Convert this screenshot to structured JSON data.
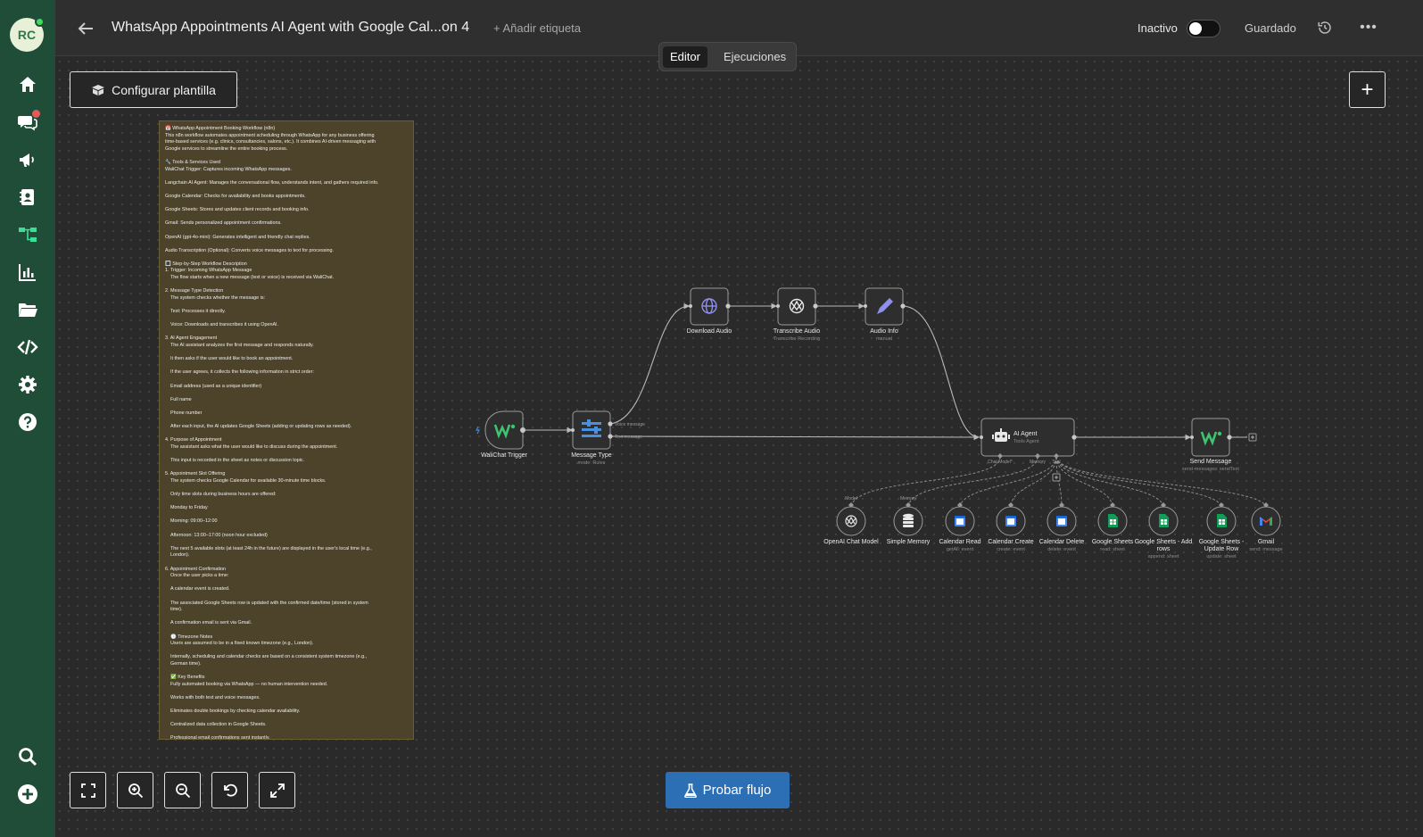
{
  "sidebar": {
    "avatar_initials": "RC",
    "items": [
      {
        "name": "home-icon"
      },
      {
        "name": "chat-icon"
      },
      {
        "name": "megaphone-icon"
      },
      {
        "name": "contacts-icon"
      },
      {
        "name": "workflow-icon"
      },
      {
        "name": "chart-icon"
      },
      {
        "name": "folder-icon"
      },
      {
        "name": "code-icon"
      },
      {
        "name": "gear-icon"
      },
      {
        "name": "help-icon"
      }
    ],
    "bottom": [
      {
        "name": "search-icon"
      },
      {
        "name": "add-circle-icon"
      }
    ]
  },
  "header": {
    "title": "WhatsApp Appointments AI Agent with Google Cal...on 4",
    "add_tag": "+ Añadir etiqueta",
    "status": "Inactivo",
    "saved": "Guardado"
  },
  "tabs": {
    "editor": "Editor",
    "executions": "Ejecuciones"
  },
  "canvas": {
    "config_template": "Configurar plantilla",
    "run_button": "Probar flujo"
  },
  "sticky_note": {
    "lines": [
      "📅 WhatsApp Appointment Booking Workflow (n8n)",
      "This n8n workflow automates appointment scheduling through WhatsApp for any business offering",
      "time-based services (e.g. clinics, consultancies, salons, etc.). It combines AI-driven messaging with",
      "Google services to streamline the entire booking process.",
      "",
      "🔧 Tools & Services Used",
      "WaliChat Trigger: Captures incoming WhatsApp messages.",
      "",
      "Langchain AI Agent: Manages the conversational flow, understands intent, and gathers required info.",
      "",
      "Google Calendar: Checks for availability and books appointments.",
      "",
      "Google Sheets: Stores and updates client records and booking info.",
      "",
      "Gmail: Sends personalized appointment confirmations.",
      "",
      "OpenAI (gpt-4o-mini): Generates intelligent and friendly chat replies.",
      "",
      "Audio Transcription (Optional): Converts voice messages to text for processing.",
      "",
      "🔳 Step-by-Step Workflow Description",
      "1. Trigger: Incoming WhatsApp Message",
      "    The flow starts when a new message (text or voice) is received via WaliChat.",
      "",
      "2. Message Type Detection",
      "    The system checks whether the message is:",
      "",
      "    Text: Processes it directly.",
      "",
      "    Voice: Downloads and transcribes it using OpenAI.",
      "",
      "3. AI Agent Engagement",
      "    The AI assistant analyzes the first message and responds naturally.",
      "",
      "    It then asks if the user would like to book an appointment.",
      "",
      "    If the user agrees, it collects the following information in strict order:",
      "",
      "    Email address (used as a unique identifier)",
      "",
      "    Full name",
      "",
      "    Phone number",
      "",
      "    After each input, the AI updates Google Sheets (adding or updating rows as needed).",
      "",
      "4. Purpose of Appointment",
      "    The assistant asks what the user would like to discuss during the appointment.",
      "",
      "    This input is recorded in the sheet as notes or discussion topic.",
      "",
      "5. Appointment Slot Offering",
      "    The system checks Google Calendar for available 30-minute time blocks.",
      "",
      "    Only time slots during business hours are offered:",
      "",
      "    Monday to Friday",
      "",
      "    Morning: 09:00–12:00",
      "",
      "    Afternoon: 13:00–17:00 (noon hour excluded)",
      "",
      "    The next 5 available slots (at least 24h in the future) are displayed in the user's local time (e.g.,",
      "    London).",
      "",
      "6. Appointment Confirmation",
      "    Once the user picks a time:",
      "",
      "    A calendar event is created.",
      "",
      "    The associated Google Sheets row is updated with the confirmed date/time (stored in system",
      "    time).",
      "",
      "    A confirmation email is sent via Gmail.",
      "",
      "    🕒 Timezone Notes",
      "    Users are assumed to be in a fixed known timezone (e.g., London).",
      "",
      "    Internally, scheduling and calendar checks are based on a consistent system timezone (e.g.,",
      "    German time).",
      "",
      "    ✅ Key Benefits",
      "    Fully automated booking via WhatsApp — no human intervention needed.",
      "",
      "    Works with both text and voice messages.",
      "",
      "    Eliminates double bookings by checking calendar availability.",
      "",
      "    Centralized data collection in Google Sheets.",
      "",
      "    Professional email confirmations sent instantly."
    ]
  },
  "nodes": {
    "walichat_trigger": {
      "label": "WaliChat Trigger"
    },
    "message_type": {
      "label": "Message Type",
      "sub": "mode: Rules",
      "out1": "Voice message",
      "out2": "Text message"
    },
    "download_audio": {
      "label": "Download Audio"
    },
    "transcribe_audio": {
      "label": "Transcribe Audio",
      "sub": "Transcribe Recording"
    },
    "audio_info": {
      "label": "Audio Info",
      "sub": "manual"
    },
    "ai_agent": {
      "label": "AI Agent",
      "sub": "Tools Agent",
      "p1": "Chat Model*",
      "p2": "Memory",
      "p3": "Tool"
    },
    "send_message": {
      "label": "Send Message",
      "sub": "send-messages: sendText"
    },
    "openai_chat": {
      "label": "OpenAI Chat Model",
      "top": "Model"
    },
    "simple_memory": {
      "label": "Simple Memory",
      "top": "Memory"
    },
    "calendar_read": {
      "label": "Calendar Read",
      "sub": "getAll: event"
    },
    "calendar_create": {
      "label": "Calendar Create",
      "sub": "create: event"
    },
    "calendar_delete": {
      "label": "Calendar Delete",
      "sub": "delete: event"
    },
    "sheets_read": {
      "label": "Google Sheets",
      "sub": "read: sheet"
    },
    "sheets_add1": {
      "label": "Google Sheets - Add",
      "label2": "rows",
      "sub": "append: sheet"
    },
    "sheets_update1": {
      "label": "Google Sheets -",
      "label2": "Update Row",
      "sub": "update: sheet"
    },
    "gmail": {
      "label": "Gmail",
      "sub": "send: message"
    }
  },
  "colors": {
    "sidebar": "#1f4d38",
    "sticky": "#4d432a",
    "primary_button": "#2c6fb5",
    "whatsapp_green": "#3fc36f"
  }
}
